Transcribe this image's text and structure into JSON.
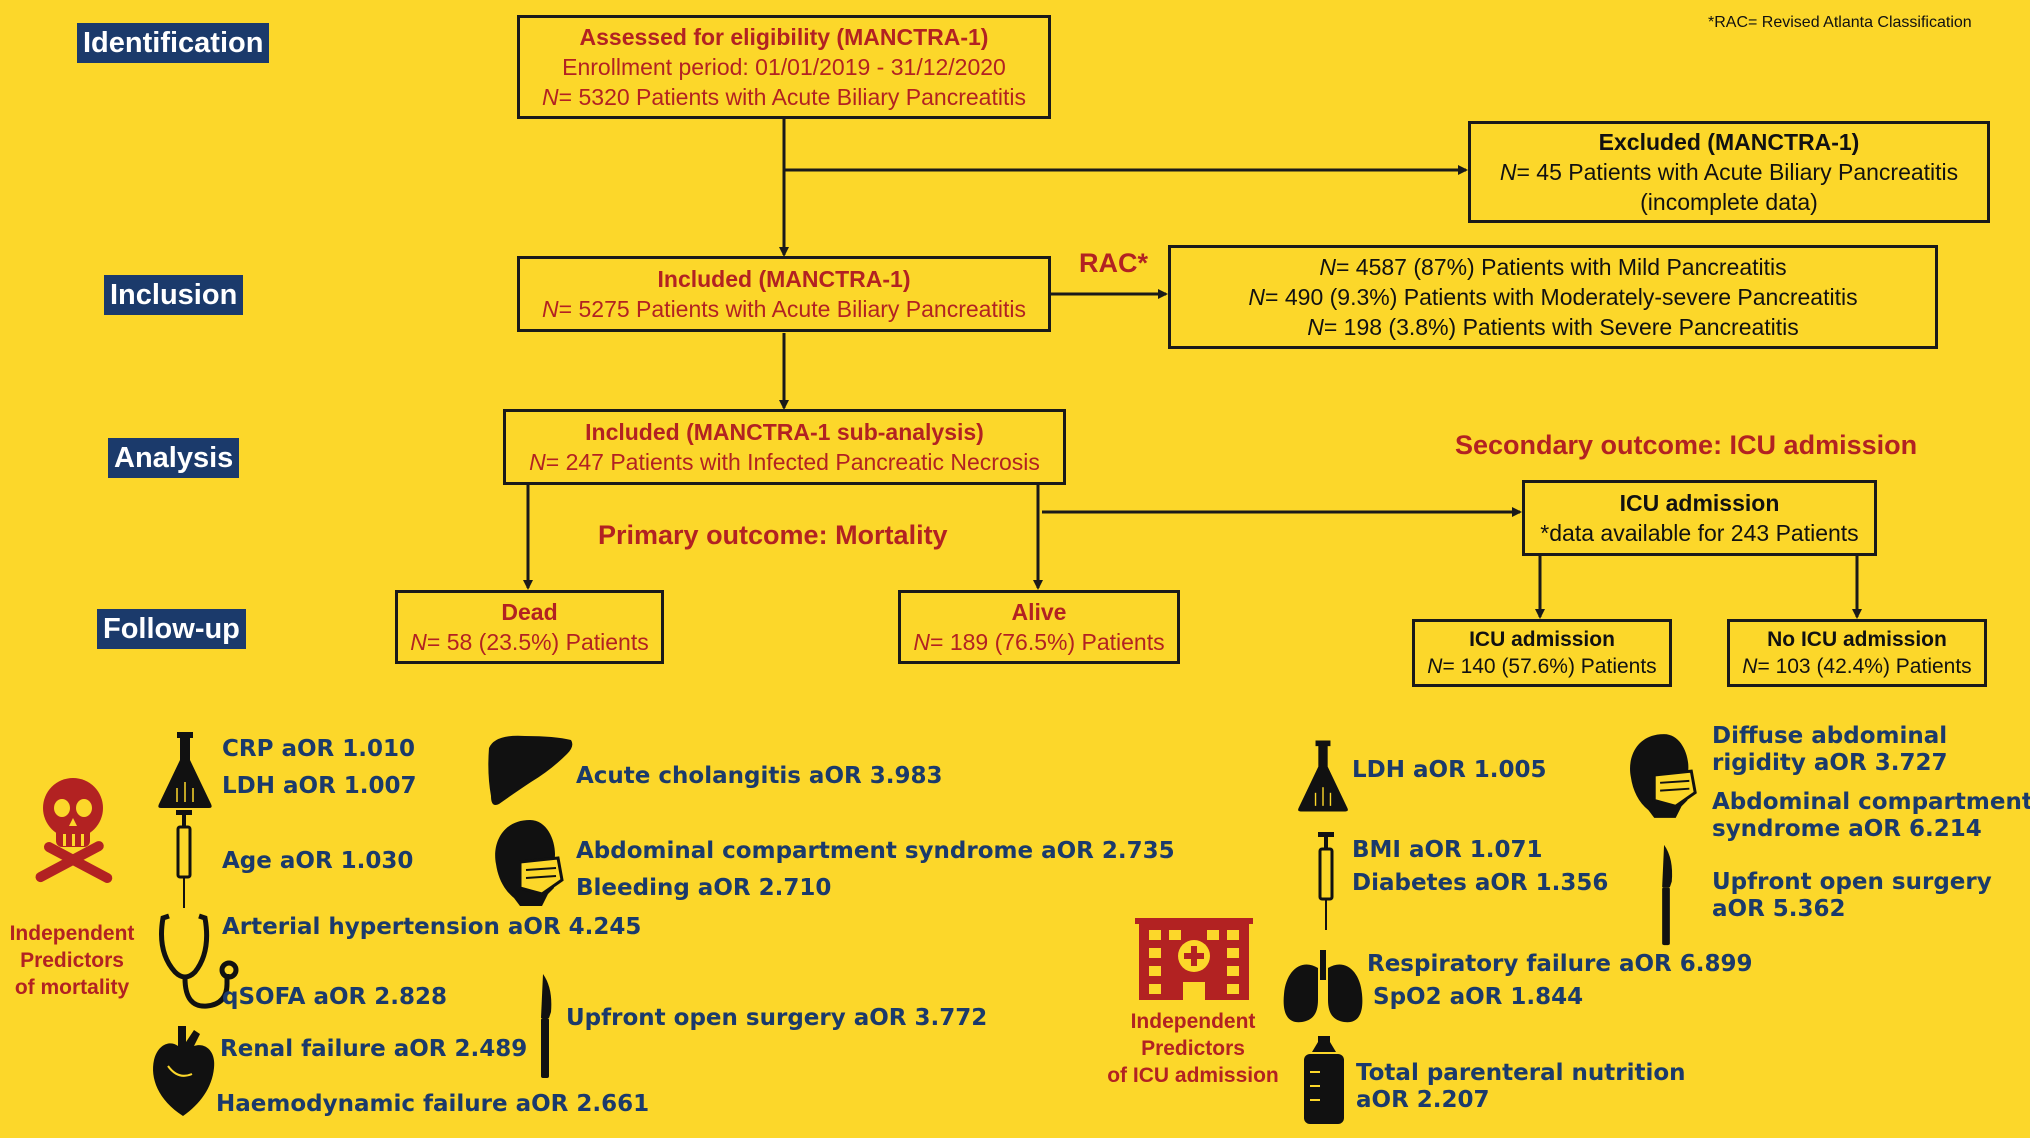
{
  "note": "*RAC= Revised Atlanta Classification",
  "stages": {
    "identification": "Identification",
    "inclusion": "Inclusion",
    "analysis": "Analysis",
    "followup": "Follow-up"
  },
  "boxes": {
    "assessed": {
      "title": "Assessed for eligibility (MANCTRA-1)",
      "line2": "Enrollment period: 01/01/2019 - 31/12/2020",
      "n": "N",
      "line3": "= 5320 Patients with Acute Biliary Pancreatitis"
    },
    "excluded": {
      "title": "Excluded (MANCTRA-1)",
      "n": "N",
      "line2": "= 45 Patients with Acute Biliary Pancreatitis",
      "line3": "(incomplete data)"
    },
    "included": {
      "title": "Included (MANCTRA-1)",
      "n": "N",
      "line2": "= 5275 Patients with Acute Biliary Pancreatitis"
    },
    "rac_label": "RAC*",
    "severity": {
      "n1": "N",
      "line1": "= 4587 (87%) Patients with Mild Pancreatitis",
      "n2": "N",
      "line2": "= 490 (9.3%) Patients with Moderately-severe Pancreatitis",
      "n3": "N",
      "line3": "= 198 (3.8%) Patients with Severe Pancreatitis"
    },
    "subanalysis": {
      "title": "Included (MANCTRA-1 sub-analysis)",
      "n": "N",
      "line2": "= 247 Patients with Infected Pancreatic Necrosis"
    },
    "dead": {
      "title": "Dead",
      "n": "N",
      "line2": "= 58 (23.5%) Patients"
    },
    "alive": {
      "title": "Alive",
      "n": "N",
      "line2": "= 189 (76.5%) Patients"
    },
    "icu": {
      "title": "ICU admission",
      "line2": "*data available for 243 Patients"
    },
    "icu_yes": {
      "title": "ICU admission",
      "n": "N",
      "line2": "= 140 (57.6%) Patients"
    },
    "icu_no": {
      "title": "No ICU admission",
      "n": "N",
      "line2": "= 103 (42.4%) Patients"
    }
  },
  "headings": {
    "primary": "Primary outcome: Mortality",
    "secondary": "Secondary outcome: ICU admission"
  },
  "mortality": {
    "label_line1": "Independent",
    "label_line2": "Predictors",
    "label_line3": "of mortality",
    "crp": "CRP aOR 1.010",
    "ldh": "LDH aOR 1.007",
    "age": "Age aOR 1.030",
    "hypertension": "Arterial hypertension aOR 4.245",
    "qsofa": "qSOFA aOR 2.828",
    "renal": "Renal failure aOR 2.489",
    "haemodynamic": "Haemodynamic failure aOR 2.661",
    "cholangitis": "Acute cholangitis aOR 3.983",
    "acs": "Abdominal compartment syndrome aOR 2.735",
    "bleeding": "Bleeding aOR 2.710",
    "surgery": "Upfront open surgery aOR 3.772"
  },
  "icu_predictors": {
    "label_line1": "Independent",
    "label_line2": "Predictors",
    "label_line3": "of ICU admission",
    "ldh": "LDH aOR 1.005",
    "bmi": "BMI aOR 1.071",
    "diabetes": "Diabetes aOR 1.356",
    "respiratory": "Respiratory failure aOR 6.899",
    "spo2": "SpO2 aOR 1.844",
    "tpn_line1": "Total parenteral nutrition",
    "tpn_line2": "aOR 2.207",
    "rigidity_line1": "Diffuse abdominal",
    "rigidity_line2": "rigidity aOR 3.727",
    "acs_line1": "Abdominal compartment",
    "acs_line2": "syndrome aOR 6.214",
    "surgery_line1": "Upfront open surgery",
    "surgery_line2": "aOR 5.362"
  },
  "colors": {
    "background": "#fcd72a",
    "accent_red": "#b22222",
    "navy": "#1b3a6b",
    "border": "#1a1a1a"
  },
  "icons": [
    "skull-crossbones-icon",
    "flask-icon",
    "syringe-icon",
    "stethoscope-icon",
    "heart-icon",
    "liver-icon",
    "face-mask-icon",
    "scalpel-icon",
    "hospital-icon",
    "lungs-icon",
    "bottle-icon"
  ]
}
